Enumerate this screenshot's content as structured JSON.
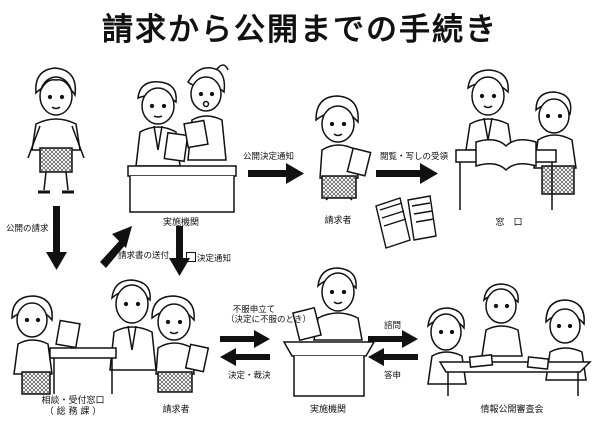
{
  "title": "請求から公開までの手続き",
  "colors": {
    "ink": "#111111",
    "check": "#9a9a9a",
    "paper": "#ffffff"
  },
  "captions": {
    "agency_top": "実施機関",
    "requester_top": "請求者",
    "counter": "窓　口",
    "consult_counter_line1": "相談・受付窓口",
    "consult_counter_line2": "（ 総 務 課 ）",
    "requester_bottom": "請求者",
    "agency_bottom": "実施機関",
    "review_board": "情報公開審査会"
  },
  "arrows": {
    "disclosure_request": "公開の請求",
    "forward_request": "請求書の送付",
    "decision_notice": "決定通知",
    "disclosure_decision_notice": "公開決定通知",
    "view_copy_receive": "閲覧・写しの受領",
    "objection_line1": "不服申立て",
    "objection_line2": "（決定に不服のとき）",
    "decision_ruling": "決定・裁決",
    "consultation": "諮問",
    "report": "答申"
  }
}
